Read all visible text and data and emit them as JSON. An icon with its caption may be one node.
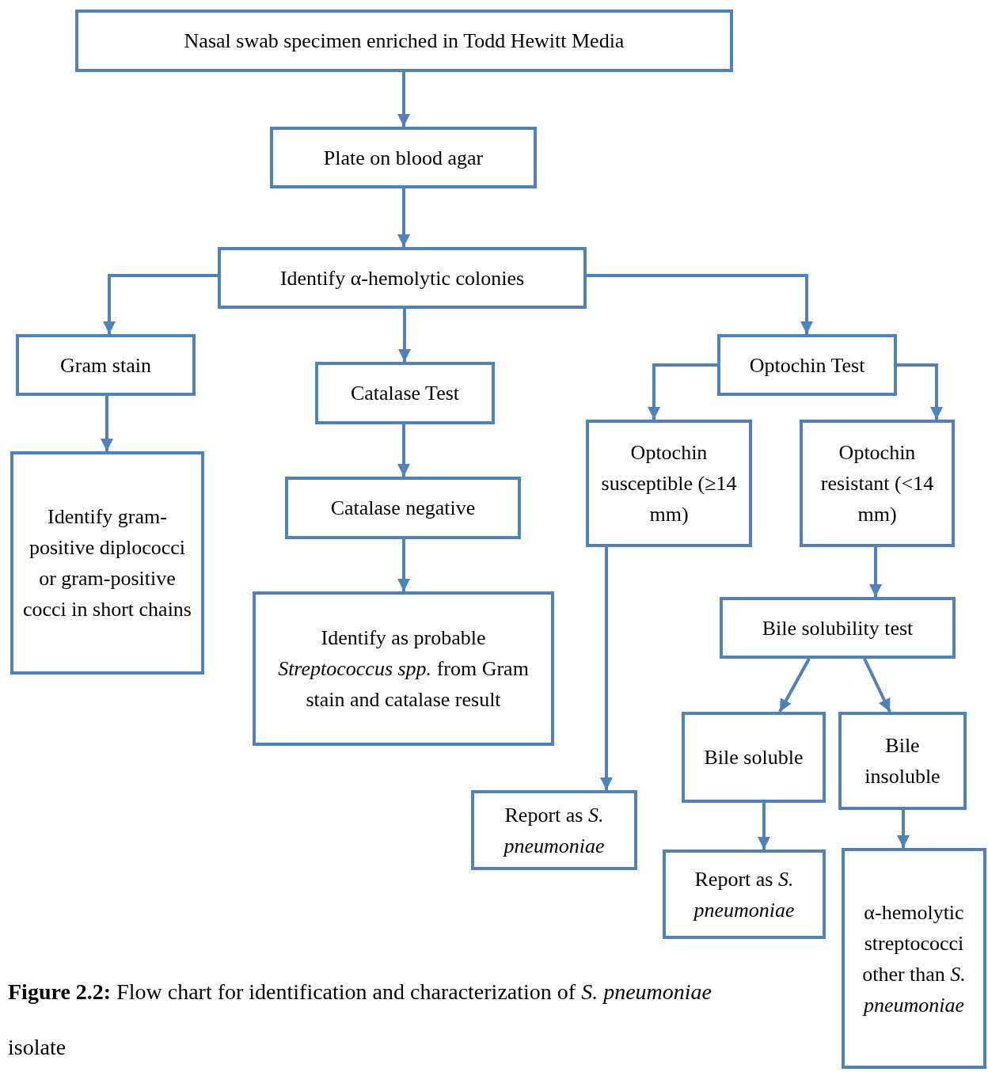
{
  "diagram": {
    "caption": "**Figure 2.2:** Flow chart for identification and characterization of *S. pneumoniae* isolate",
    "nodes": [
      {
        "text": [
          "Nasal swab specimen enriched in Todd Hewitt Media"
        ]
      },
      {
        "text": [
          "Plate on blood agar"
        ]
      },
      {
        "text": [
          "Identify α-hemolytic colonies"
        ]
      },
      {
        "text": [
          "Gram stain"
        ]
      },
      {
        "text": [
          "Catalase Test"
        ]
      },
      {
        "text": [
          "Optochin Test"
        ]
      },
      {
        "text": [
          "Identify gram-positive diplococci or gram-positive cocci in short chains"
        ]
      },
      {
        "text": [
          "Catalase negative"
        ]
      },
      {
        "text": [
          "Optochin susceptible (≥14 mm)"
        ]
      },
      {
        "text": [
          "Optochin resistant (<14 mm)"
        ]
      },
      {
        "text": [
          "Identify as probable *Streptococcus spp.* from Gram stain and catalase result"
        ]
      },
      {
        "text": [
          "Bile solubility test"
        ]
      },
      {
        "text": [
          "Bile soluble"
        ]
      },
      {
        "text": [
          "Bile insoluble"
        ]
      },
      {
        "text": [
          "Report as *S. pneumoniae*"
        ]
      },
      {
        "text": [
          "Report as *S. pneumoniae*"
        ]
      },
      {
        "text": [
          "α-hemolytic streptococci other than *S. pneumoniae*"
        ]
      }
    ],
    "edges": [
      {
        "from": 0,
        "to": 1,
        "arrow": "to"
      },
      {
        "from": 1,
        "to": 2,
        "arrow": "to"
      },
      {
        "from": 2,
        "to": 3,
        "arrow": "to"
      },
      {
        "from": 2,
        "to": 4,
        "arrow": "to"
      },
      {
        "from": 2,
        "to": 5,
        "arrow": "to"
      },
      {
        "from": 3,
        "to": 6,
        "arrow": "to"
      },
      {
        "from": 4,
        "to": 7,
        "arrow": "to"
      },
      {
        "from": 7,
        "to": 10,
        "arrow": "to"
      },
      {
        "from": 5,
        "to": 8,
        "arrow": "to"
      },
      {
        "from": 5,
        "to": 9,
        "arrow": "to"
      },
      {
        "from": 8,
        "to": 14,
        "arrow": "to"
      },
      {
        "from": 9,
        "to": 11,
        "arrow": "to"
      },
      {
        "from": 11,
        "to": 12,
        "arrow": "to"
      },
      {
        "from": 11,
        "to": 13,
        "arrow": "to"
      },
      {
        "from": 12,
        "to": 15,
        "arrow": "to"
      },
      {
        "from": 13,
        "to": 16,
        "arrow": "to"
      }
    ]
  }
}
